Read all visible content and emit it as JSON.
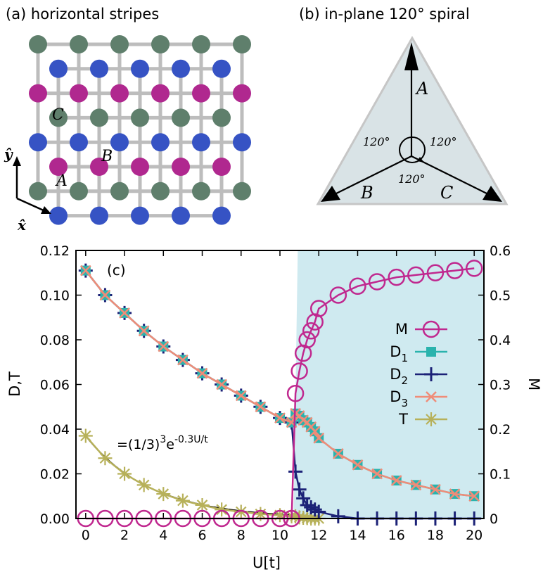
{
  "panel_a": {
    "title": "(a) horizontal stripes",
    "labels": {
      "A": "A",
      "B": "B",
      "C": "C"
    },
    "axes": {
      "y": "ŷ",
      "x": "x̂"
    },
    "colors": {
      "A": "#5f7f6c",
      "B": "#b0288f",
      "C": "#3653c4",
      "bond": "#bdbdbd"
    },
    "row_pattern": [
      "A",
      "C",
      "B",
      "A",
      "C",
      "B",
      "A",
      "C"
    ]
  },
  "panel_b": {
    "title": "(b) in-plane 120° spiral",
    "labels": {
      "A": "A",
      "B": "B",
      "C": "C"
    },
    "angles": [
      "120°",
      "120°",
      "120°"
    ],
    "fill": "#d9e3e6"
  },
  "chart_data": {
    "type": "line",
    "panel_label": "(c)",
    "xlabel": "U[t]",
    "ylabel": "D,T",
    "y2label": "M",
    "xlim": [
      -0.5,
      20.5
    ],
    "ylim": [
      0,
      0.12
    ],
    "y2lim": [
      0,
      0.6
    ],
    "xticks": [
      "0",
      "2",
      "4",
      "6",
      "8",
      "10",
      "12",
      "14",
      "16",
      "18",
      "20"
    ],
    "yticks": [
      "0.00",
      "0.02",
      "0.04",
      "0.06",
      "0.08",
      "0.10",
      "0.12"
    ],
    "y2ticks": [
      "0",
      "0.1",
      "0.2",
      "0.3",
      "0.4",
      "0.5",
      "0.6"
    ],
    "annotation": "=(1/3)³e^(-0.3U/t)",
    "annotation_parts": {
      "base": "=(1/3)",
      "exp1": "3",
      "e": "e",
      "exp2": "-0.3U/t"
    },
    "transition_x": 10.7,
    "shade_color": "#cfeaf0",
    "legend_position": "right-middle",
    "series": [
      {
        "name": "M",
        "axis": "right",
        "color": "#c0288f",
        "marker": "circle",
        "x": [
          0,
          1,
          2,
          3,
          4,
          5,
          6,
          7,
          8,
          9,
          10,
          10.6,
          10.8,
          11,
          11.2,
          11.4,
          11.6,
          11.8,
          12,
          13,
          14,
          15,
          16,
          17,
          18,
          19,
          20
        ],
        "y": [
          0,
          0,
          0,
          0,
          0,
          0,
          0,
          0,
          0,
          0,
          0,
          0,
          0.28,
          0.33,
          0.37,
          0.4,
          0.42,
          0.44,
          0.47,
          0.5,
          0.52,
          0.53,
          0.54,
          0.545,
          0.55,
          0.555,
          0.56
        ]
      },
      {
        "name": "D1",
        "axis": "left",
        "color": "#2ab3ad",
        "marker": "square",
        "x": [
          0,
          1,
          2,
          3,
          4,
          5,
          6,
          7,
          8,
          9,
          10,
          10.6,
          10.8,
          11,
          11.2,
          11.4,
          11.6,
          11.8,
          12,
          13,
          14,
          15,
          16,
          17,
          18,
          19,
          20
        ],
        "y": [
          0.111,
          0.1,
          0.092,
          0.084,
          0.077,
          0.071,
          0.065,
          0.06,
          0.055,
          0.05,
          0.045,
          0.043,
          0.047,
          0.046,
          0.044,
          0.043,
          0.041,
          0.039,
          0.036,
          0.029,
          0.024,
          0.02,
          0.017,
          0.015,
          0.013,
          0.011,
          0.01
        ]
      },
      {
        "name": "D2",
        "axis": "left",
        "color": "#1c2277",
        "marker": "plus",
        "x": [
          0,
          1,
          2,
          3,
          4,
          5,
          6,
          7,
          8,
          9,
          10,
          10.6,
          10.8,
          11,
          11.2,
          11.4,
          11.6,
          11.8,
          12,
          13,
          14,
          15,
          16,
          17,
          18,
          19,
          20
        ],
        "y": [
          0.111,
          0.1,
          0.092,
          0.084,
          0.077,
          0.071,
          0.065,
          0.06,
          0.055,
          0.05,
          0.045,
          0.043,
          0.021,
          0.013,
          0.009,
          0.006,
          0.005,
          0.004,
          0.003,
          0.001,
          0,
          0,
          0,
          0,
          0,
          0,
          0
        ]
      },
      {
        "name": "D3",
        "axis": "left",
        "color": "#f08c78",
        "marker": "cross",
        "x": [
          0,
          1,
          2,
          3,
          4,
          5,
          6,
          7,
          8,
          9,
          10,
          10.6,
          10.8,
          11,
          11.2,
          11.4,
          11.6,
          11.8,
          12,
          13,
          14,
          15,
          16,
          17,
          18,
          19,
          20
        ],
        "y": [
          0.111,
          0.1,
          0.092,
          0.084,
          0.077,
          0.071,
          0.065,
          0.06,
          0.055,
          0.05,
          0.045,
          0.043,
          0.047,
          0.046,
          0.044,
          0.043,
          0.041,
          0.039,
          0.036,
          0.029,
          0.024,
          0.02,
          0.017,
          0.015,
          0.013,
          0.011,
          0.01
        ]
      },
      {
        "name": "T",
        "axis": "left",
        "color": "#b7b15a",
        "marker": "asterisk",
        "x": [
          0,
          1,
          2,
          3,
          4,
          5,
          6,
          7,
          8,
          9,
          10,
          10.6,
          10.8,
          11,
          11.2,
          11.4,
          11.6,
          11.8,
          12
        ],
        "y": [
          0.037,
          0.027,
          0.02,
          0.015,
          0.011,
          0.008,
          0.006,
          0.004,
          0.003,
          0.002,
          0.0015,
          0.001,
          0.001,
          0.0005,
          0.0003,
          0.0002,
          0,
          0,
          0
        ]
      }
    ],
    "legend": [
      {
        "label": "M",
        "sub": "",
        "series": 0
      },
      {
        "label": "D",
        "sub": "1",
        "series": 1
      },
      {
        "label": "D",
        "sub": "2",
        "series": 2
      },
      {
        "label": "D",
        "sub": "3",
        "series": 3
      },
      {
        "label": "T",
        "sub": "",
        "series": 4
      }
    ]
  }
}
